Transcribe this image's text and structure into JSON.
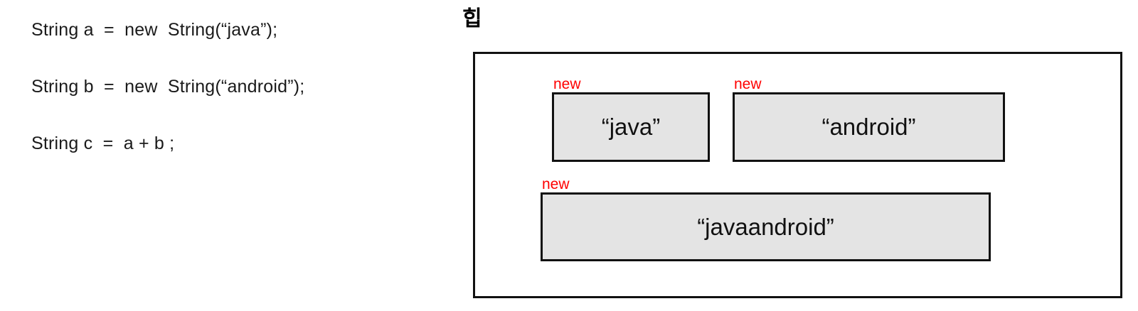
{
  "code": {
    "lines": [
      "String a  =  new  String(“java”);",
      "String b  =  new  String(“android”);",
      "String c  =  a + b ;"
    ]
  },
  "heap": {
    "title": "힙",
    "new_tag": "new",
    "objects": [
      {
        "id": "java",
        "tag": "new",
        "label": "“java”"
      },
      {
        "id": "android",
        "tag": "new",
        "label": "“android”"
      },
      {
        "id": "javaandroid",
        "tag": "new",
        "label": "“javaandroid”"
      }
    ]
  },
  "colors": {
    "tag": "#ff0000",
    "box_fill": "#e4e4e4",
    "box_border": "#111111",
    "text": "#1a1a1a",
    "background": "#ffffff"
  }
}
